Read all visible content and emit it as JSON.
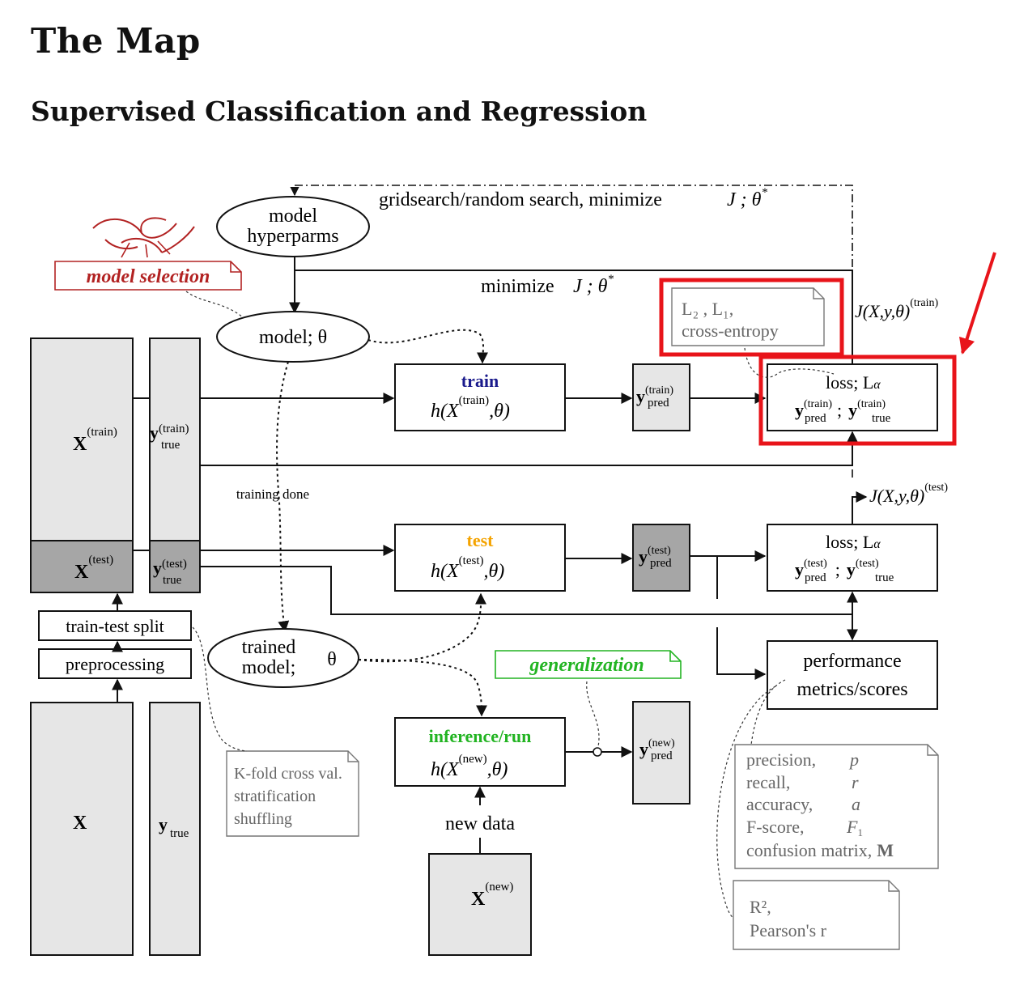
{
  "title": "The Map",
  "subtitle": "Supervised Classification and Regression",
  "diagram": {
    "gridsearch_label": "gridsearch/random search, minimize",
    "gridsearch_J": "J ; θ",
    "hyperparms": [
      "model",
      "hyperparms"
    ],
    "model_selection": "model selection",
    "minimize_label": "minimize",
    "minimize_J": "J ; θ",
    "model_node": "model; θ",
    "j_train": "J(X,y,θ)",
    "j_train_sup": "(train)",
    "j_test": "J(X,y,θ)",
    "j_test_sup": "(test)",
    "loss_note": [
      "L₂ , L₁,",
      "cross-entropy"
    ],
    "train_label": "train",
    "test_label": "test",
    "inference_label": "inference/run",
    "h_train": "h(X",
    "sup_train": "(train)",
    "sup_test": "(test)",
    "sup_new": "(new)",
    "theta_tail": ",θ)",
    "loss_label": "loss; L",
    "alpha": "α",
    "training_done": "training done",
    "split": "train-test split",
    "preprocessing": "preprocessing",
    "trained_model": [
      "trained",
      "model;",
      "θ"
    ],
    "generalization": "generalization",
    "performance": [
      "performance",
      "metrics/scores"
    ],
    "kfold_note": [
      "K-fold cross val.",
      "stratification",
      "shuffling"
    ],
    "new_data": "new data",
    "metrics_note": [
      {
        "name": "precision,",
        "sym": "p"
      },
      {
        "name": "recall,",
        "sym": "r"
      },
      {
        "name": "accuracy,",
        "sym": "a"
      },
      {
        "name": "F-score,",
        "sym": "F"
      }
    ],
    "confusion": "confusion matrix,",
    "confusion_sym": "M",
    "regression_note": [
      "R²,",
      "Pearson's r"
    ],
    "X": "X",
    "y": "y",
    "true_sub": "true",
    "pred_sub": "pred"
  },
  "colors": {
    "train": "#1a1a8c",
    "test": "#f4a300",
    "inference": "#22b422",
    "model_selection": "#b22222",
    "highlight": "#e8141a"
  }
}
